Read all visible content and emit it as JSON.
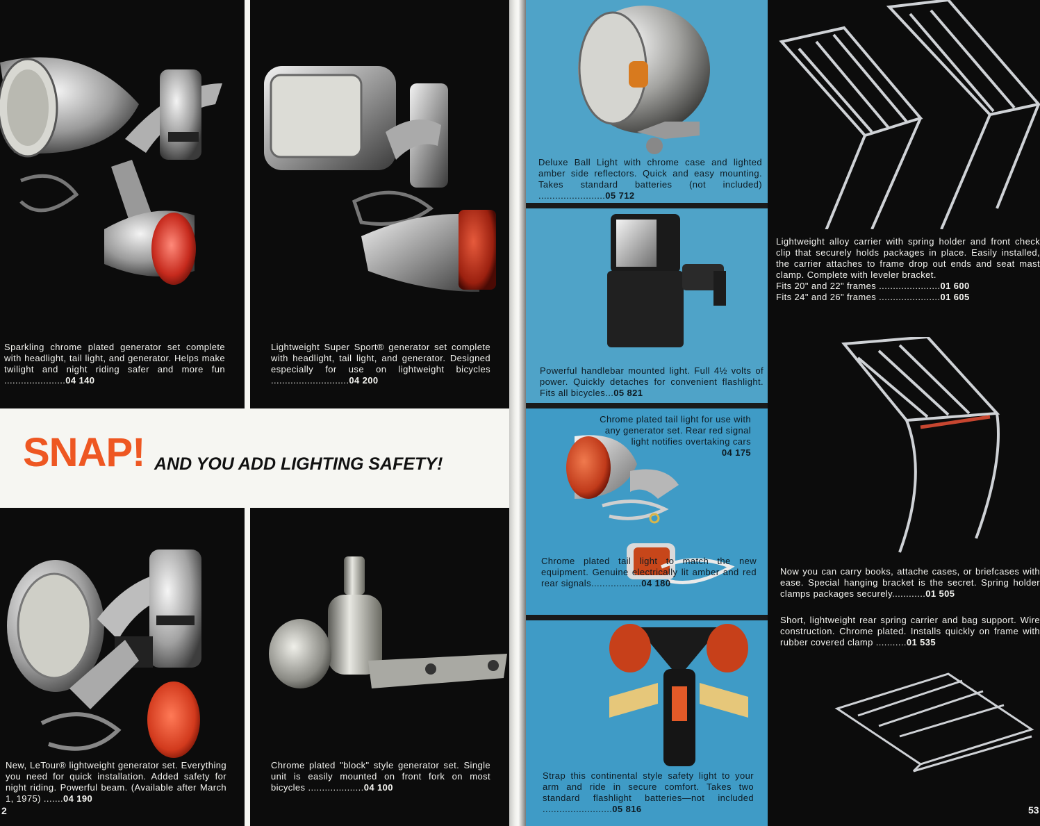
{
  "left_page": {
    "banner": {
      "headline": "SNAP!",
      "tagline": "AND YOU ADD LIGHTING SAFETY!"
    },
    "page_number": "2",
    "items": [
      {
        "id": "generator-set-140",
        "text": "Sparkling chrome plated generator set complete with headlight, tail light, and generator. Helps make twilight and night riding safer and more fun ......................",
        "code": "04 140"
      },
      {
        "id": "super-sport-200",
        "text": "Lightweight Super Sport® generator set complete with headlight, tail light, and generator. Designed especially for use on lightweight bicycles ............................",
        "code": "04 200"
      },
      {
        "id": "letour-190",
        "text": "New, LeTour® lightweight generator set. Everything you need for quick installation. Added safety for night riding. Powerful beam. (Available after March 1, 1975) .......",
        "code": "04 190"
      },
      {
        "id": "block-style-100",
        "text": "Chrome plated \"block\" style generator set. Single unit is easily mounted on front fork on most bicycles ....................",
        "code": "04 100"
      }
    ]
  },
  "right_page": {
    "page_number": "53",
    "lights": [
      {
        "id": "ball-light-712",
        "text": "Deluxe Ball Light with chrome case and lighted amber side reflectors. Quick and easy mounting. Takes standard batteries (not included) ........................",
        "code": "05 712"
      },
      {
        "id": "handlebar-821",
        "text": "Powerful handlebar mounted light. Full 4½ volts of power. Quickly detaches for convenient flashlight. Fits all bicycles...",
        "code": "05 821"
      },
      {
        "id": "tail-light-175",
        "text": "Chrome plated tail light for use with any generator set. Rear red signal light notifies overtaking cars",
        "code": "04 175"
      },
      {
        "id": "tail-light-180",
        "text": "Chrome plated tail light to match the new equipment. Genuine electrically lit amber and red rear signals..................",
        "code": "04 180"
      },
      {
        "id": "strap-light-816",
        "text": "Strap this continental style safety light to your arm and ride in secure comfort. Takes two standard flashlight batteries—not included .........................",
        "code": "05 816"
      }
    ],
    "carriers": {
      "alloy": {
        "text": "Lightweight alloy carrier with spring holder and front check clip that securely holds packages in place. Easily installed, the carrier attaches to frame drop out ends and seat mast clamp. Complete with leveler bracket.",
        "fits": [
          {
            "label": "Fits 20\" and 22\" frames ......................",
            "code": "01 600"
          },
          {
            "label": "Fits 24\" and 26\" frames ......................",
            "code": "01 605"
          }
        ]
      },
      "hanging": {
        "text": "Now you can carry books, attache cases, or briefcases with ease. Special hanging bracket is the secret. Spring holder clamps packages securely............",
        "code": "01 505"
      },
      "short": {
        "text": "Short, lightweight rear spring carrier and bag support. Wire construction. Chrome plated. Installs quickly on frame with rubber covered clamp ...........",
        "code": "01 535"
      }
    }
  }
}
